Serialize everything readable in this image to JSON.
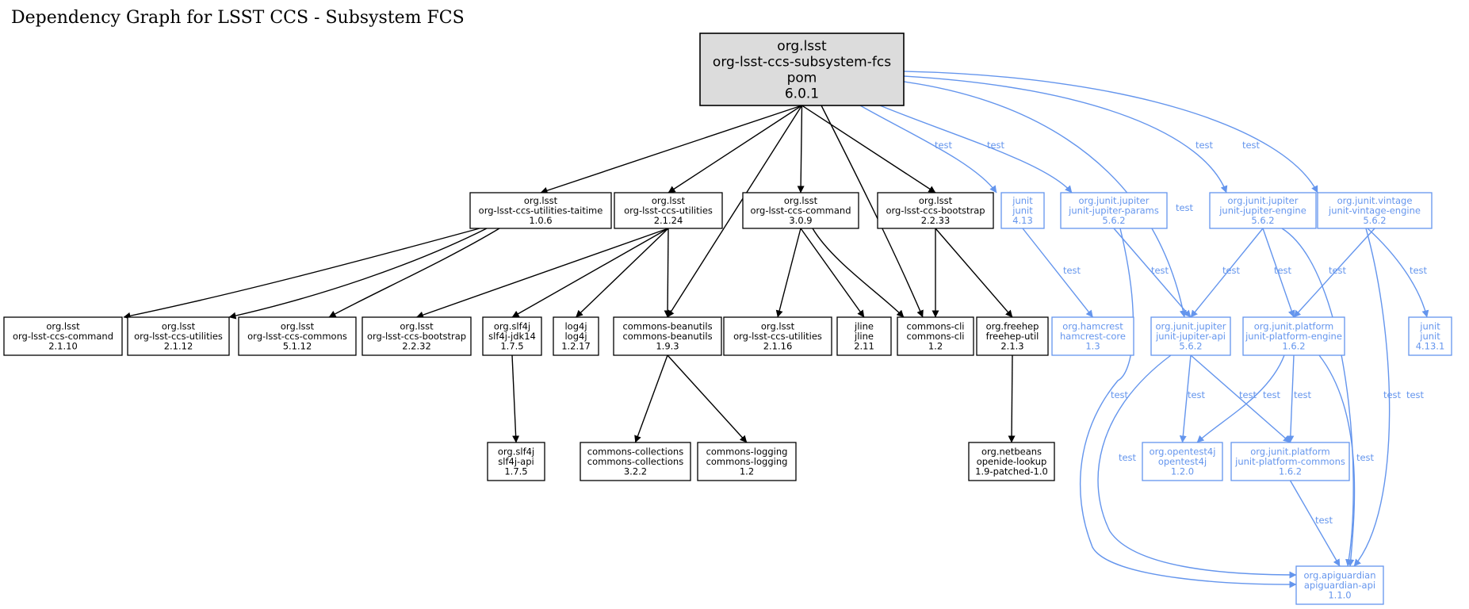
{
  "title": "Dependency Graph for LSST CCS - Subsystem FCS",
  "colors": {
    "compile": "#000000",
    "test": "#6495ed",
    "root_fill": "#dcdcdc",
    "background": "#ffffff"
  },
  "root": {
    "lines": [
      "org.lsst",
      "org-lsst-ccs-subsystem-fcs",
      "pom",
      "6.0.1"
    ]
  },
  "nodes": [
    {
      "id": "utilities-taitime",
      "lines": [
        "org.lsst",
        "org-lsst-ccs-utilities-taitime",
        "1.0.6"
      ],
      "scope": "compile"
    },
    {
      "id": "utilities-2124",
      "lines": [
        "org.lsst",
        "org-lsst-ccs-utilities",
        "2.1.24"
      ],
      "scope": "compile"
    },
    {
      "id": "command-309",
      "lines": [
        "org.lsst",
        "org-lsst-ccs-command",
        "3.0.9"
      ],
      "scope": "compile"
    },
    {
      "id": "bootstrap-2233",
      "lines": [
        "org.lsst",
        "org-lsst-ccs-bootstrap",
        "2.2.33"
      ],
      "scope": "compile"
    },
    {
      "id": "junit-413",
      "lines": [
        "junit",
        "junit",
        "4.13"
      ],
      "scope": "test"
    },
    {
      "id": "jupiter-params",
      "lines": [
        "org.junit.jupiter",
        "junit-jupiter-params",
        "5.6.2"
      ],
      "scope": "test"
    },
    {
      "id": "jupiter-engine",
      "lines": [
        "org.junit.jupiter",
        "junit-jupiter-engine",
        "5.6.2"
      ],
      "scope": "test"
    },
    {
      "id": "vintage-engine",
      "lines": [
        "org.junit.vintage",
        "junit-vintage-engine",
        "5.6.2"
      ],
      "scope": "test"
    },
    {
      "id": "command-2110",
      "lines": [
        "org.lsst",
        "org-lsst-ccs-command",
        "2.1.10"
      ],
      "scope": "compile"
    },
    {
      "id": "utilities-2112",
      "lines": [
        "org.lsst",
        "org-lsst-ccs-utilities",
        "2.1.12"
      ],
      "scope": "compile"
    },
    {
      "id": "commons-5112",
      "lines": [
        "org.lsst",
        "org-lsst-ccs-commons",
        "5.1.12"
      ],
      "scope": "compile"
    },
    {
      "id": "bootstrap-2232",
      "lines": [
        "org.lsst",
        "org-lsst-ccs-bootstrap",
        "2.2.32"
      ],
      "scope": "compile"
    },
    {
      "id": "slf4j-jdk14",
      "lines": [
        "org.slf4j",
        "slf4j-jdk14",
        "1.7.5"
      ],
      "scope": "compile"
    },
    {
      "id": "log4j",
      "lines": [
        "log4j",
        "log4j",
        "1.2.17"
      ],
      "scope": "compile"
    },
    {
      "id": "beanutils",
      "lines": [
        "commons-beanutils",
        "commons-beanutils",
        "1.9.3"
      ],
      "scope": "compile"
    },
    {
      "id": "utilities-2116",
      "lines": [
        "org.lsst",
        "org-lsst-ccs-utilities",
        "2.1.16"
      ],
      "scope": "compile"
    },
    {
      "id": "jline",
      "lines": [
        "jline",
        "jline",
        "2.11"
      ],
      "scope": "compile"
    },
    {
      "id": "commons-cli",
      "lines": [
        "commons-cli",
        "commons-cli",
        "1.2"
      ],
      "scope": "compile"
    },
    {
      "id": "freehep-util",
      "lines": [
        "org.freehep",
        "freehep-util",
        "2.1.3"
      ],
      "scope": "compile"
    },
    {
      "id": "hamcrest",
      "lines": [
        "org.hamcrest",
        "hamcrest-core",
        "1.3"
      ],
      "scope": "test"
    },
    {
      "id": "jupiter-api",
      "lines": [
        "org.junit.jupiter",
        "junit-jupiter-api",
        "5.6.2"
      ],
      "scope": "test"
    },
    {
      "id": "platform-engine",
      "lines": [
        "org.junit.platform",
        "junit-platform-engine",
        "1.6.2"
      ],
      "scope": "test"
    },
    {
      "id": "junit-4131",
      "lines": [
        "junit",
        "junit",
        "4.13.1"
      ],
      "scope": "test"
    },
    {
      "id": "slf4j-api",
      "lines": [
        "org.slf4j",
        "slf4j-api",
        "1.7.5"
      ],
      "scope": "compile"
    },
    {
      "id": "commons-collections",
      "lines": [
        "commons-collections",
        "commons-collections",
        "3.2.2"
      ],
      "scope": "compile"
    },
    {
      "id": "commons-logging",
      "lines": [
        "commons-logging",
        "commons-logging",
        "1.2"
      ],
      "scope": "compile"
    },
    {
      "id": "openide-lookup",
      "lines": [
        "org.netbeans",
        "openide-lookup",
        "1.9-patched-1.0"
      ],
      "scope": "compile"
    },
    {
      "id": "opentest4j",
      "lines": [
        "org.opentest4j",
        "opentest4j",
        "1.2.0"
      ],
      "scope": "test"
    },
    {
      "id": "platform-commons",
      "lines": [
        "org.junit.platform",
        "junit-platform-commons",
        "1.6.2"
      ],
      "scope": "test"
    },
    {
      "id": "apiguardian",
      "lines": [
        "org.apiguardian",
        "apiguardian-api",
        "1.1.0"
      ],
      "scope": "test"
    }
  ],
  "edges": [
    {
      "from": "root",
      "to": "utilities-taitime",
      "scope": "compile",
      "label": ""
    },
    {
      "from": "root",
      "to": "utilities-2124",
      "scope": "compile",
      "label": ""
    },
    {
      "from": "root",
      "to": "beanutils",
      "scope": "compile",
      "label": ""
    },
    {
      "from": "root",
      "to": "command-309",
      "scope": "compile",
      "label": ""
    },
    {
      "from": "root",
      "to": "commons-cli",
      "scope": "compile",
      "label": ""
    },
    {
      "from": "root",
      "to": "bootstrap-2233",
      "scope": "compile",
      "label": ""
    },
    {
      "from": "root",
      "to": "junit-413",
      "scope": "test",
      "label": "test"
    },
    {
      "from": "root",
      "to": "jupiter-params",
      "scope": "test",
      "label": "test"
    },
    {
      "from": "root",
      "to": "jupiter-api",
      "scope": "test",
      "label": "test"
    },
    {
      "from": "root",
      "to": "jupiter-engine",
      "scope": "test",
      "label": "test"
    },
    {
      "from": "root",
      "to": "vintage-engine",
      "scope": "test",
      "label": "test"
    },
    {
      "from": "utilities-taitime",
      "to": "command-2110",
      "scope": "compile",
      "label": ""
    },
    {
      "from": "utilities-taitime",
      "to": "utilities-2112",
      "scope": "compile",
      "label": ""
    },
    {
      "from": "utilities-taitime",
      "to": "commons-5112",
      "scope": "compile",
      "label": ""
    },
    {
      "from": "utilities-2124",
      "to": "bootstrap-2232",
      "scope": "compile",
      "label": ""
    },
    {
      "from": "utilities-2124",
      "to": "slf4j-jdk14",
      "scope": "compile",
      "label": ""
    },
    {
      "from": "utilities-2124",
      "to": "log4j",
      "scope": "compile",
      "label": ""
    },
    {
      "from": "utilities-2124",
      "to": "beanutils",
      "scope": "compile",
      "label": ""
    },
    {
      "from": "command-309",
      "to": "utilities-2116",
      "scope": "compile",
      "label": ""
    },
    {
      "from": "command-309",
      "to": "jline",
      "scope": "compile",
      "label": ""
    },
    {
      "from": "command-309",
      "to": "commons-cli",
      "scope": "compile",
      "label": ""
    },
    {
      "from": "bootstrap-2233",
      "to": "commons-cli",
      "scope": "compile",
      "label": ""
    },
    {
      "from": "bootstrap-2233",
      "to": "freehep-util",
      "scope": "compile",
      "label": ""
    },
    {
      "from": "junit-413",
      "to": "hamcrest",
      "scope": "test",
      "label": "test"
    },
    {
      "from": "jupiter-params",
      "to": "jupiter-api",
      "scope": "test",
      "label": "test"
    },
    {
      "from": "jupiter-params",
      "to": "apiguardian",
      "scope": "test",
      "label": "test"
    },
    {
      "from": "jupiter-engine",
      "to": "jupiter-api",
      "scope": "test",
      "label": "test"
    },
    {
      "from": "jupiter-engine",
      "to": "platform-engine",
      "scope": "test",
      "label": "test"
    },
    {
      "from": "jupiter-engine",
      "to": "apiguardian",
      "scope": "test",
      "label": "test"
    },
    {
      "from": "vintage-engine",
      "to": "platform-engine",
      "scope": "test",
      "label": "test"
    },
    {
      "from": "vintage-engine",
      "to": "junit-4131",
      "scope": "test",
      "label": "test"
    },
    {
      "from": "vintage-engine",
      "to": "apiguardian",
      "scope": "test",
      "label": "test"
    },
    {
      "from": "slf4j-jdk14",
      "to": "slf4j-api",
      "scope": "compile",
      "label": ""
    },
    {
      "from": "beanutils",
      "to": "commons-collections",
      "scope": "compile",
      "label": ""
    },
    {
      "from": "beanutils",
      "to": "commons-logging",
      "scope": "compile",
      "label": ""
    },
    {
      "from": "freehep-util",
      "to": "openide-lookup",
      "scope": "compile",
      "label": ""
    },
    {
      "from": "jupiter-api",
      "to": "opentest4j",
      "scope": "test",
      "label": "test"
    },
    {
      "from": "jupiter-api",
      "to": "platform-commons",
      "scope": "test",
      "label": "test"
    },
    {
      "from": "jupiter-api",
      "to": "apiguardian",
      "scope": "test",
      "label": "test"
    },
    {
      "from": "platform-engine",
      "to": "opentest4j",
      "scope": "test",
      "label": "test"
    },
    {
      "from": "platform-engine",
      "to": "platform-commons",
      "scope": "test",
      "label": "test"
    },
    {
      "from": "platform-engine",
      "to": "apiguardian",
      "scope": "test",
      "label": "test"
    },
    {
      "from": "platform-commons",
      "to": "apiguardian",
      "scope": "test",
      "label": "test"
    }
  ]
}
